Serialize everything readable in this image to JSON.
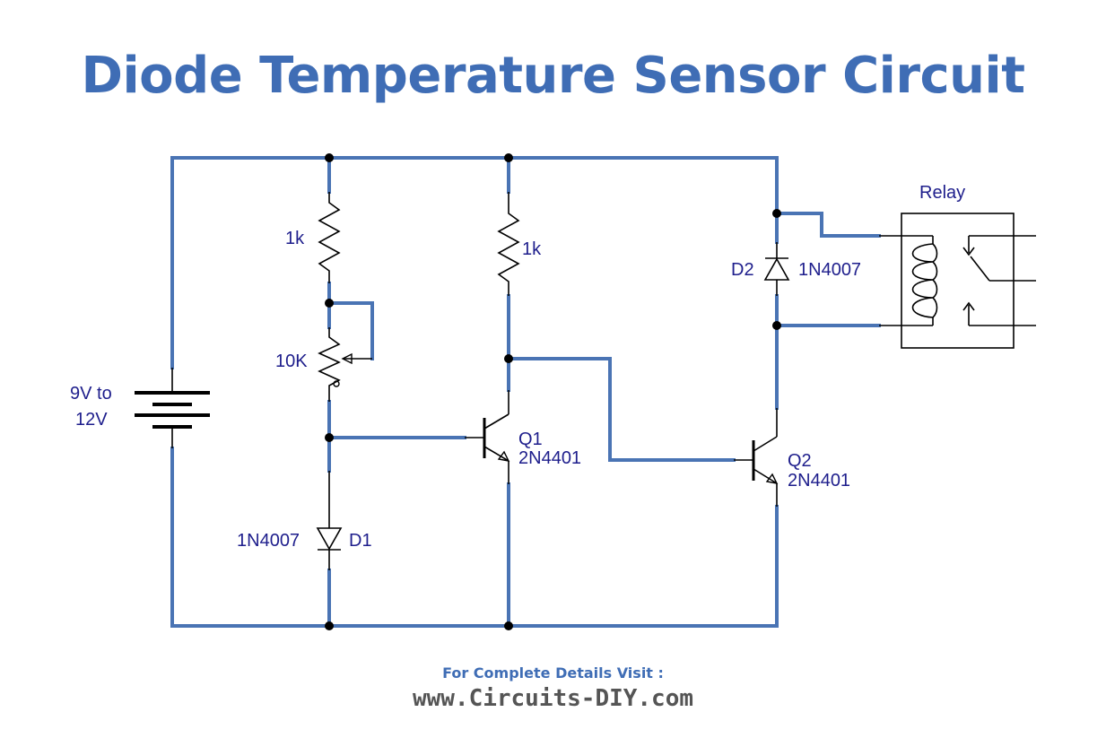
{
  "title": "Diode Temperature Sensor Circuit",
  "components": {
    "battery": {
      "label_line1": "9V to",
      "label_line2": "12V"
    },
    "r1": {
      "value": "1k"
    },
    "r2": {
      "value": "1k"
    },
    "pot": {
      "value": "10K"
    },
    "d1": {
      "part": "1N4007",
      "ref": "D1"
    },
    "d2": {
      "ref": "D2",
      "part": "1N4007"
    },
    "q1": {
      "ref": "Q1",
      "part": "2N4401"
    },
    "q2": {
      "ref": "Q2",
      "part": "2N4401"
    },
    "relay": {
      "label": "Relay"
    }
  },
  "footer": {
    "line1": "For Complete Details Visit :",
    "line2": "www.Circuits-DIY.com"
  },
  "colors": {
    "title": "#3f6db5",
    "wire": "#4a74b4",
    "label": "#1e1e8c",
    "footer_url": "#555555"
  }
}
